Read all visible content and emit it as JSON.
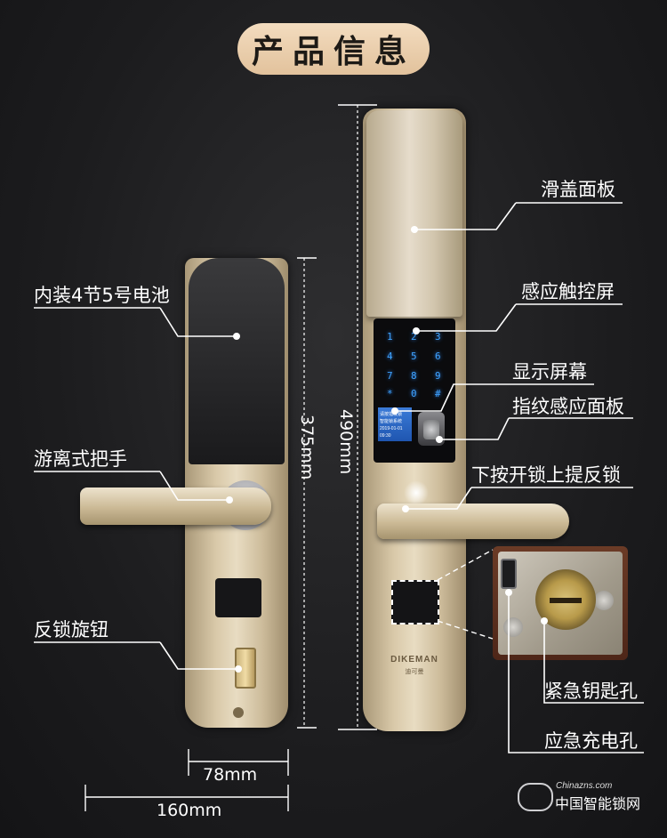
{
  "title": "产品信息",
  "labels": {
    "battery": "内装4节5号电池",
    "handle": "游离式把手",
    "knob": "反锁旋钮",
    "slide_cover": "滑盖面板",
    "touch_screen": "感应触控屏",
    "display": "显示屏幕",
    "fingerprint": "指纹感应面板",
    "handle_action": "下按开锁上提反锁",
    "key_hole": "紧急钥匙孔",
    "charge_hole": "应急充电孔"
  },
  "dimensions": {
    "inner_height": "375mm",
    "outer_height": "490mm",
    "inner_width": "78mm",
    "total_width": "160mm"
  },
  "keypad": [
    "1",
    "2",
    "3",
    "4",
    "5",
    "6",
    "7",
    "8",
    "9",
    "*",
    "0",
    "#"
  ],
  "display_text": [
    "请按指纹锁",
    "智能锁系统",
    "2019-01-01 09:30"
  ],
  "brand": {
    "logo": "DIKEMAN",
    "sub": "迪可曼"
  },
  "watermark": {
    "site": "Chinazns.com",
    "name": "中国智能锁网"
  }
}
